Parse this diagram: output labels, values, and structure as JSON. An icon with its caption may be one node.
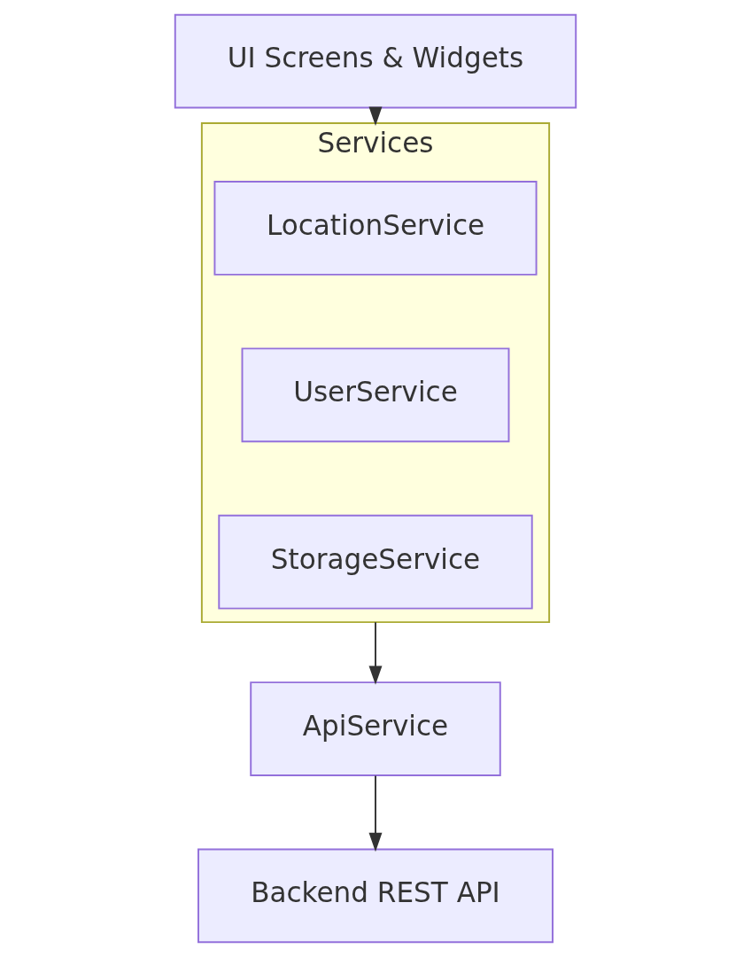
{
  "diagram": {
    "nodes": [
      {
        "text": [
          "UI Screens & Widgets"
        ]
      },
      {
        "text": [
          "Services"
        ]
      },
      {
        "text": [
          "LocationService"
        ],
        "in": 1
      },
      {
        "text": [
          "UserService"
        ],
        "in": 1
      },
      {
        "text": [
          "StorageService"
        ],
        "in": 1
      },
      {
        "text": [
          "ApiService"
        ]
      },
      {
        "text": [
          "Backend REST API"
        ]
      }
    ],
    "edges": [
      {
        "from": 0,
        "to": 1,
        "arrow": "to"
      },
      {
        "from": 1,
        "to": 5,
        "arrow": "to"
      },
      {
        "from": 5,
        "to": 6,
        "arrow": "to"
      }
    ]
  }
}
